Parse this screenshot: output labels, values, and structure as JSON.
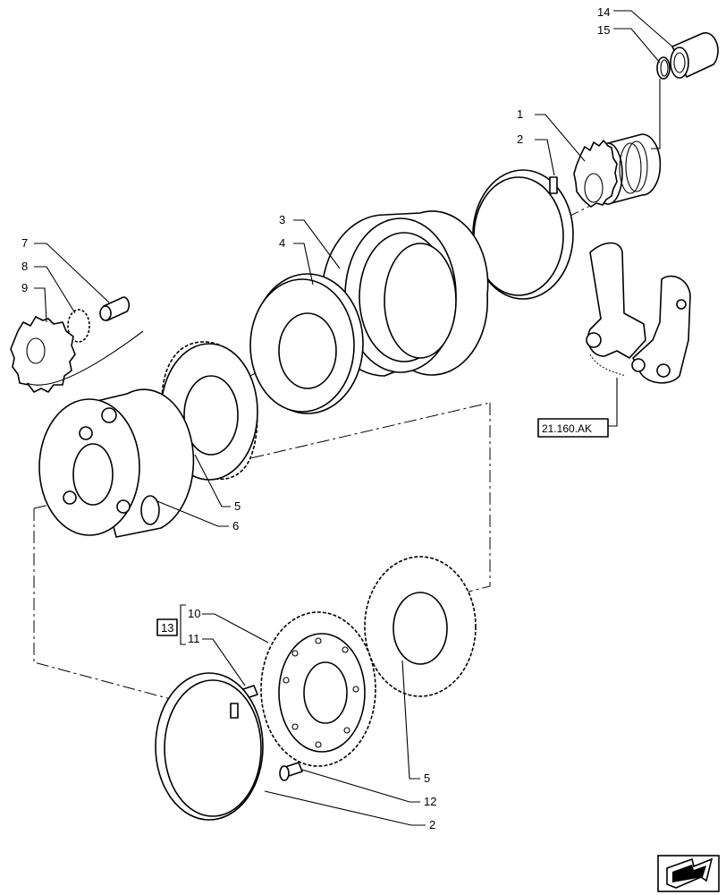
{
  "callouts": {
    "c1": "1",
    "c2a": "2",
    "c2b": "2",
    "c3": "3",
    "c4": "4",
    "c5a": "5",
    "c5b": "5",
    "c6": "6",
    "c7": "7",
    "c8": "8",
    "c9": "9",
    "c10": "10",
    "c11": "11",
    "c12": "12",
    "c13": "13",
    "c14": "14",
    "c15": "15"
  },
  "reference": "21.160.AK",
  "icons": {
    "navigation": "next-page-arrow-icon"
  }
}
